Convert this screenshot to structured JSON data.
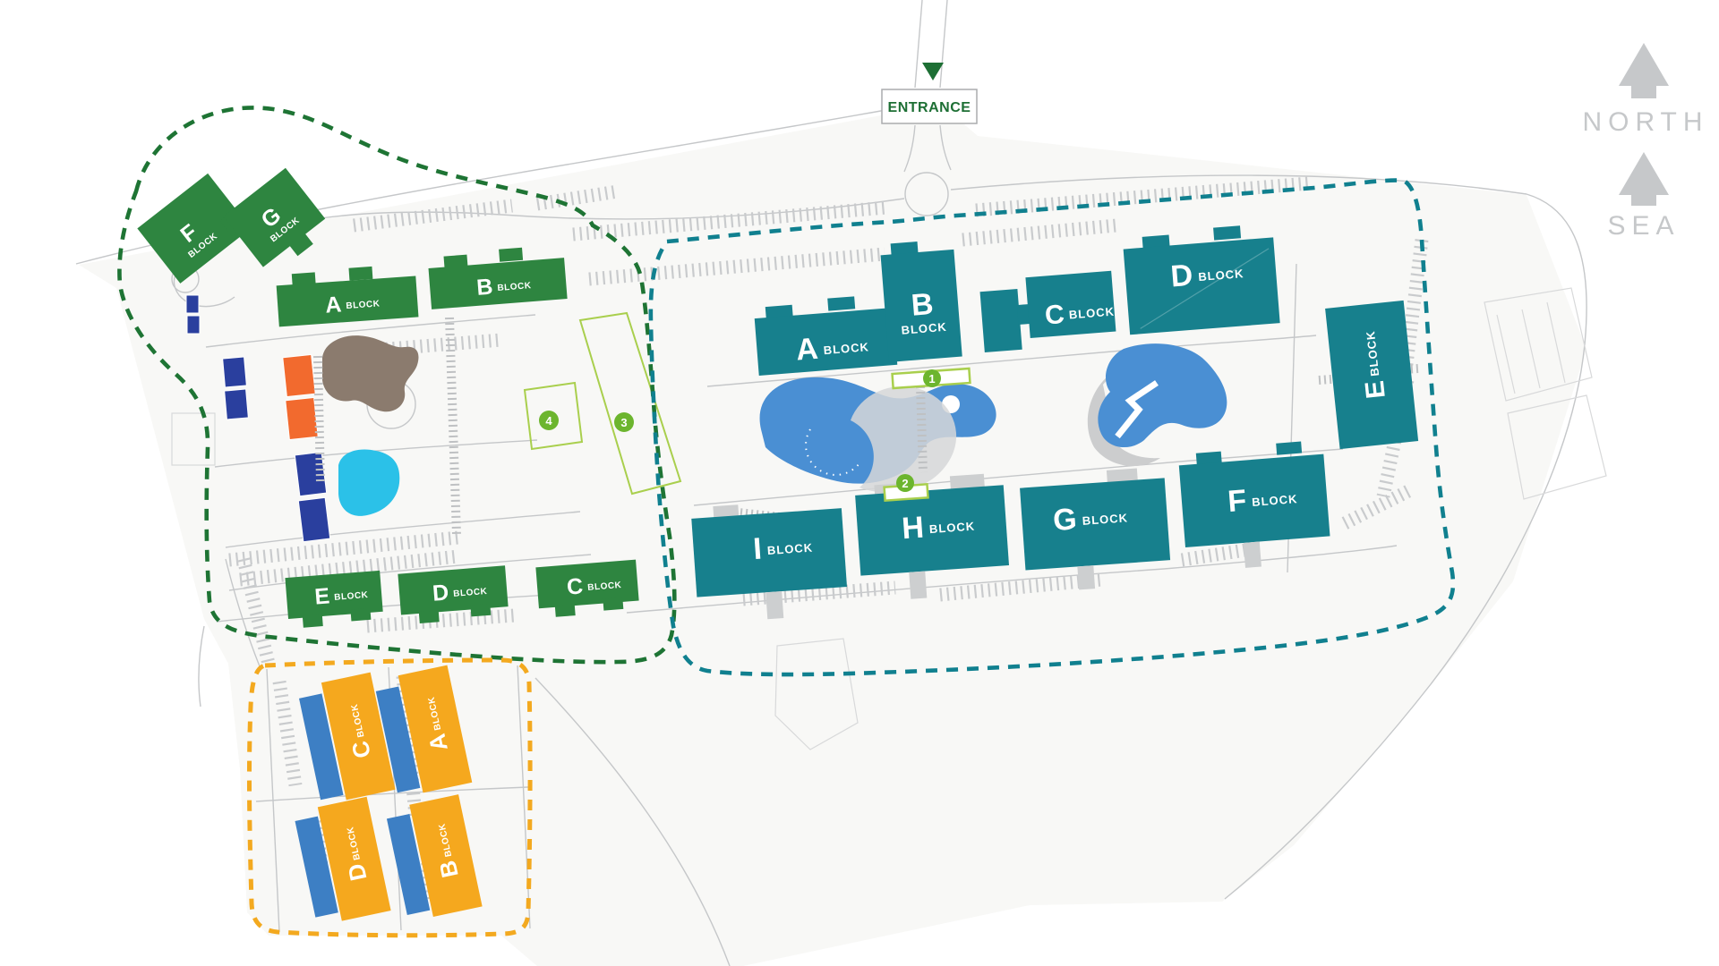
{
  "compass": {
    "north_label": "NORTH",
    "sea_label": "SEA"
  },
  "entrance": {
    "label": "ENTRANCE"
  },
  "block_word": "BLOCK",
  "zones": {
    "green": {
      "blocks": {
        "f": "F",
        "g": "G",
        "a": "A",
        "b": "B",
        "e": "E",
        "d": "D",
        "c": "C"
      }
    },
    "teal": {
      "blocks": {
        "a": "A",
        "b": "B",
        "c": "C",
        "d": "D",
        "e": "E",
        "f": "F",
        "g": "G",
        "h": "H",
        "i": "I"
      }
    },
    "yellow": {
      "blocks": {
        "c": "C",
        "a": "A",
        "d": "D",
        "b": "B"
      }
    }
  },
  "markers": {
    "m1": "1",
    "m2": "2",
    "m3": "3",
    "m4": "4"
  },
  "colors": {
    "green-block": "#2e8540",
    "green-dash": "#1e7434",
    "teal-block": "#17808d",
    "teal-dash": "#10808f",
    "yellow-block": "#f5a81e",
    "yellow-dash": "#f3a91f",
    "blue-strip": "#3d7fc4",
    "pool-blue": "#4a8fd3",
    "cyan-pool": "#2bc1e8",
    "pond-brown": "#8b7b6e",
    "court-navy": "#2a3f9e",
    "court-orange": "#f26a2e",
    "marker-green": "#6cb52e",
    "field-outline": "#a9cf4d",
    "road-gray": "#c5c7c9",
    "deck-gray": "#cccdce",
    "compass-gray": "#c6c8ca",
    "entrance-green": "#1d6f34"
  }
}
